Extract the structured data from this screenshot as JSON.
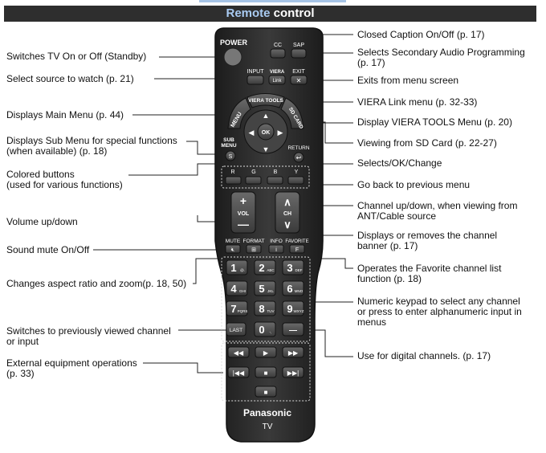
{
  "header": {
    "title_part1": "Remote",
    "title_part2": "control"
  },
  "left_labels": [
    [
      "Switches TV On or Off (Standby)"
    ],
    [
      "Select source to watch (p. 21)"
    ],
    [
      "Displays Main Menu (p. 44)"
    ],
    [
      "Displays Sub Menu for special functions",
      "(when available) (p. 18)"
    ],
    [
      "Colored buttons",
      "(used for various functions)"
    ],
    [
      "Volume up/down"
    ],
    [
      "Sound mute On/Off"
    ],
    [
      "Changes aspect ratio and zoom(p. 18, 50)"
    ],
    [
      "Switches to previously viewed channel",
      "or input"
    ],
    [
      "External equipment operations",
      "(p. 33)"
    ]
  ],
  "right_labels": [
    [
      "Closed Caption On/Off (p. 17)"
    ],
    [
      "Selects Secondary Audio Programming",
      "(p. 17)"
    ],
    [
      "Exits from menu screen"
    ],
    [
      "VIERA Link menu (p. 32-33)"
    ],
    [
      "Display VIERA TOOLS Menu (p. 20)"
    ],
    [
      "Viewing from SD Card (p. 22-27)"
    ],
    [
      "Selects/OK/Change"
    ],
    [
      "Go back to previous menu"
    ],
    [
      "Channel up/down, when viewing from",
      "ANT/Cable source"
    ],
    [
      "Displays or removes the channel",
      "banner (p. 17)"
    ],
    [
      "Operates the Favorite channel list",
      "function (p. 18)"
    ],
    [
      "Numeric keypad to select any channel",
      "or press to enter alphanumeric input in",
      "menus"
    ],
    [
      "Use for digital channels. (p. 17)"
    ]
  ],
  "remote": {
    "power": "POWER",
    "cc": "CC",
    "sap": "SAP",
    "input": "INPUT",
    "viera_link": "VIERA Link",
    "exit": "EXIT",
    "menu": "MENU",
    "viera_tools": "VIERA TOOLS",
    "sd_card": "SD CARD",
    "ok": "OK",
    "sub_menu_1": "SUB",
    "sub_menu_2": "MENU",
    "return": "RETURN",
    "color_r": "R",
    "color_g": "G",
    "color_b": "B",
    "color_y": "Y",
    "vol": "VOL",
    "ch": "CH",
    "mute": "MUTE",
    "format": "FORMAT",
    "info": "INFO",
    "favorite": "FAVORITE",
    "fav_f": "F",
    "last": "LAST",
    "brand": "Panasonic",
    "tv": "TV",
    "keys": [
      {
        "n": "1",
        "l": "@."
      },
      {
        "n": "2",
        "l": "ABC"
      },
      {
        "n": "3",
        "l": "DEF"
      },
      {
        "n": "4",
        "l": "GHI"
      },
      {
        "n": "5",
        "l": "JKL"
      },
      {
        "n": "6",
        "l": "MNO"
      },
      {
        "n": "7",
        "l": "PQRS"
      },
      {
        "n": "8",
        "l": "TUV"
      },
      {
        "n": "9",
        "l": "WXYZ"
      },
      {
        "n": "0",
        "l": "-,"
      }
    ]
  },
  "colors": {
    "header_bg": "#2e2e2e",
    "remote_body": "#2b2b2b",
    "button": "#4a4a4a",
    "accent": "#a9cbf2"
  }
}
